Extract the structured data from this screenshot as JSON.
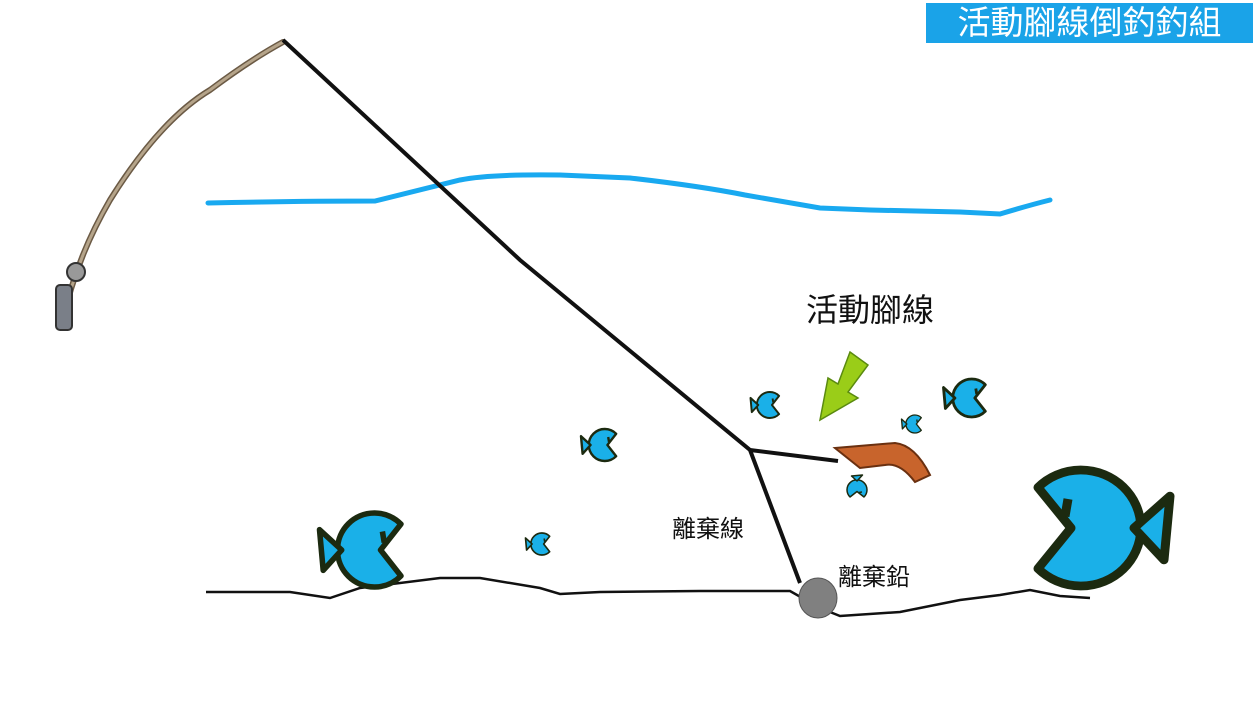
{
  "title": "活動腳線倒釣釣組",
  "labels": {
    "sliding_leader": "活動腳線",
    "breakaway_line": "離棄線",
    "breakaway_sinker": "離棄鉛"
  },
  "colors": {
    "title_bg": "#1aa3e8",
    "water": "#19a9f0",
    "fish": "#1ab0e8",
    "arrow": "#9acd18",
    "bait": "#c8642c",
    "sinker": "#808080"
  }
}
